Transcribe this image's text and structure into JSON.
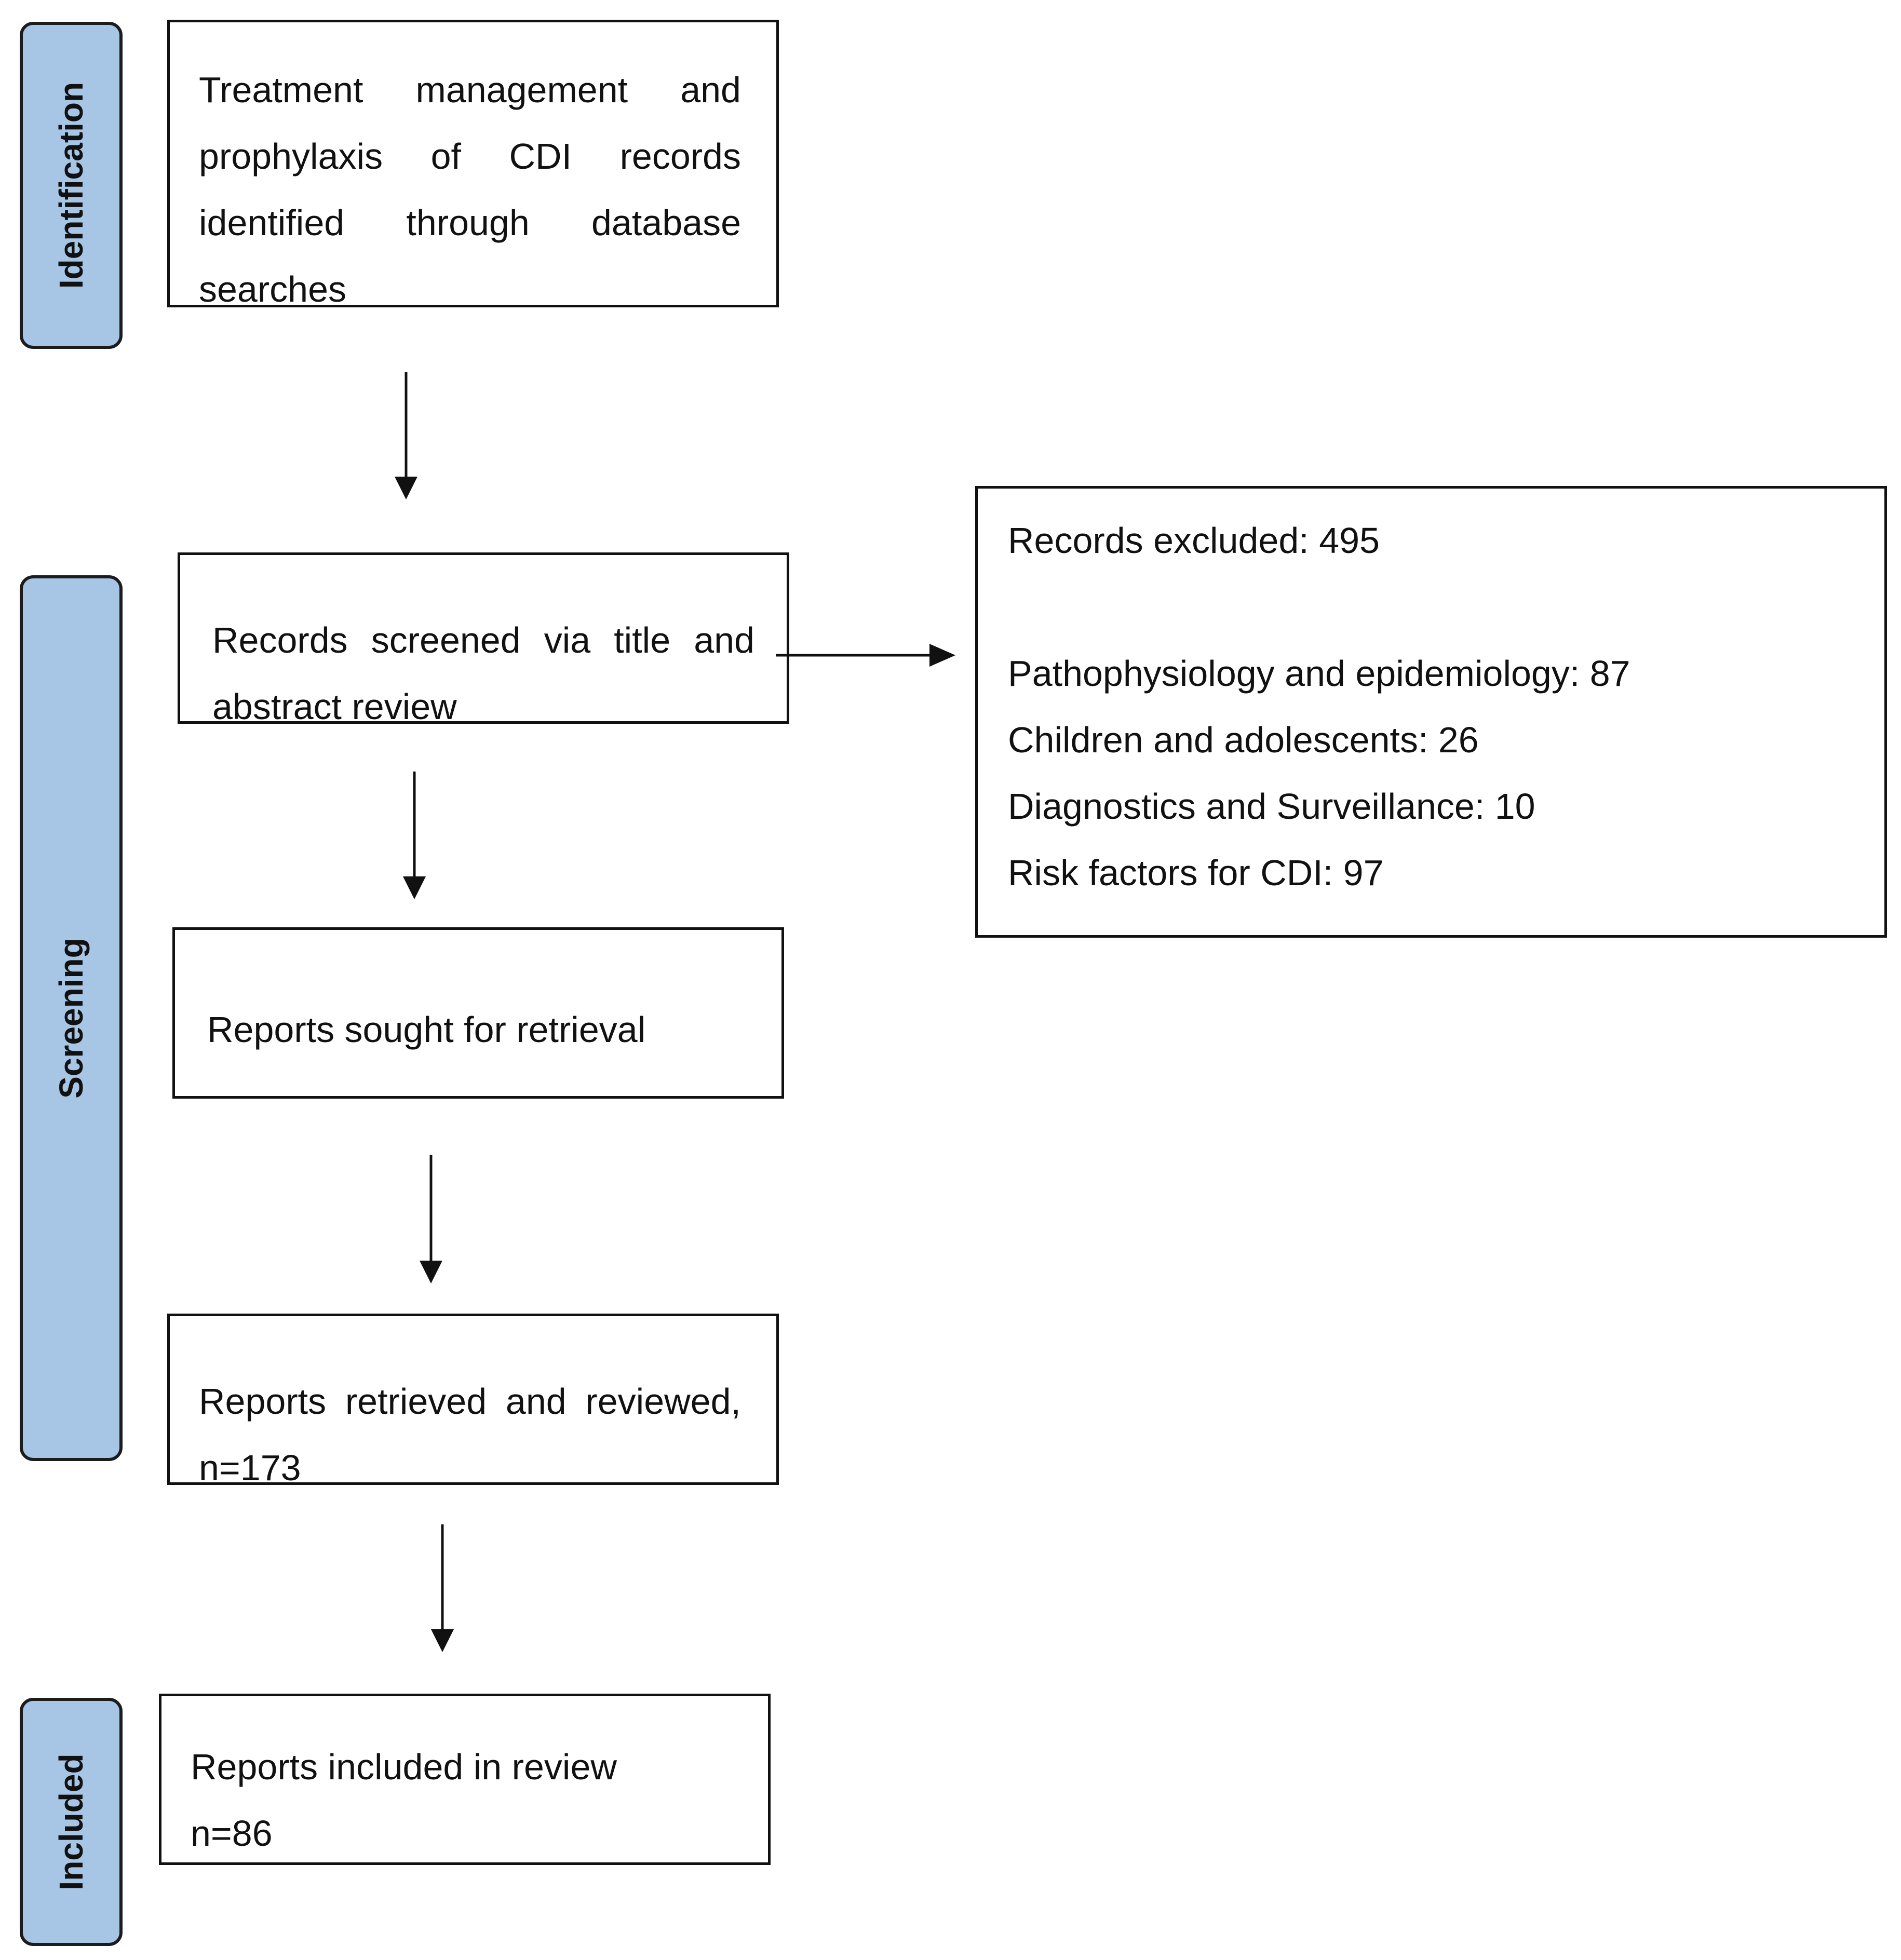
{
  "stages": {
    "identification": "Identification",
    "screening": "Screening",
    "included": "Included"
  },
  "boxes": {
    "identified": "Treatment management and prophylaxis of CDI records identified through database searches",
    "screened": "Records screened via title and abstract review",
    "sought": "Reports sought for retrieval",
    "retrieved": "Reports retrieved and reviewed, n=173",
    "included": {
      "line1": "Reports included in review",
      "line2": "n=86"
    },
    "excluded": {
      "title": "Records excluded: 495",
      "reasons": [
        "Pathophysiology and epidemiology: 87",
        "Children and adolescents: 26",
        "Diagnostics and Surveillance: 10",
        "Risk factors for CDI: 97"
      ]
    }
  }
}
